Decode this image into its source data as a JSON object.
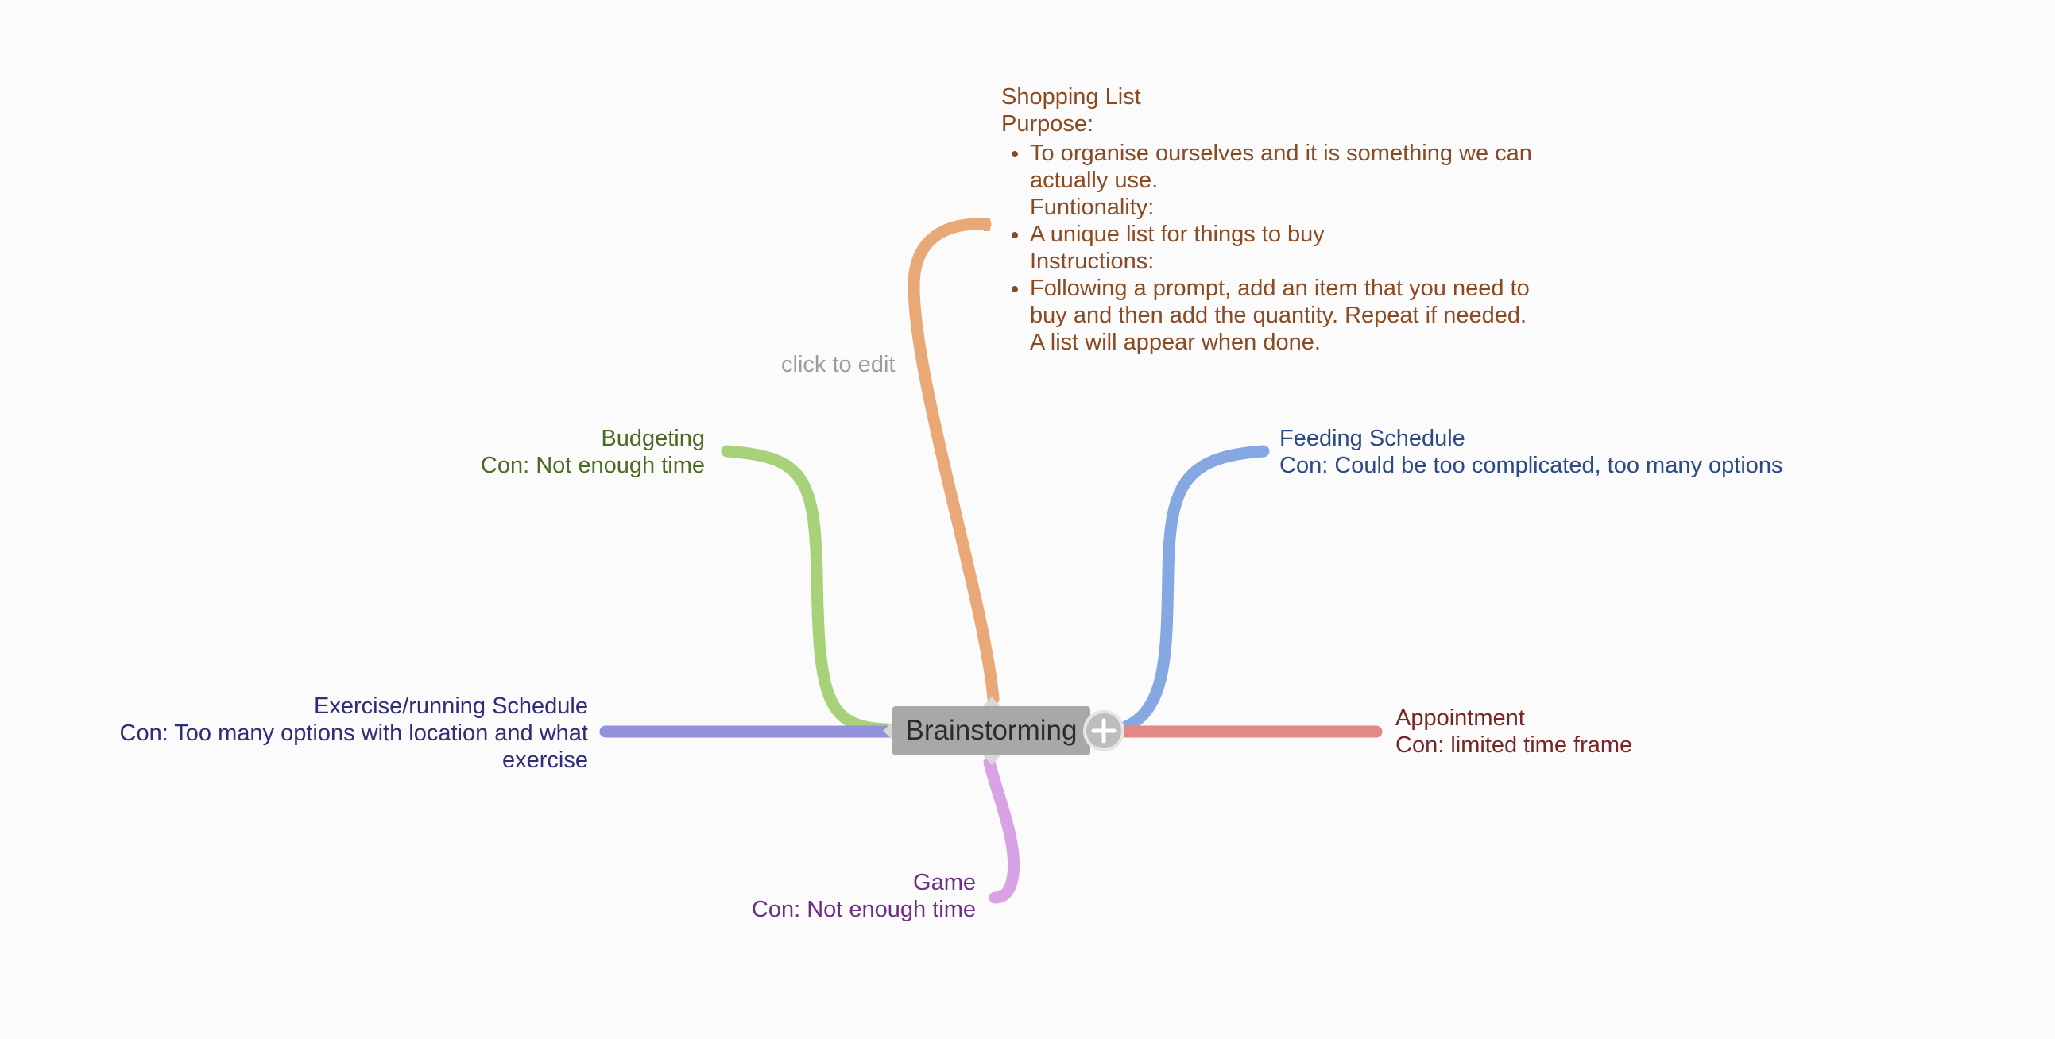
{
  "central": {
    "label": "Brainstorming"
  },
  "hint": "click to edit",
  "colors": {
    "shopping": "#8a4a22",
    "budgeting": "#4c6b22",
    "feeding": "#2b4a86",
    "exercise": "#2e2d78",
    "appointment": "#7a2424",
    "game": "#6e2e86",
    "branch_orange": "#e8a878",
    "branch_green": "#a8d27a",
    "branch_blue": "#86a8e2",
    "branch_purple": "#9390dc",
    "branch_red": "#e28886",
    "branch_pink": "#d8a2e4"
  },
  "nodes": {
    "shopping": {
      "title": "Shopping List",
      "purpose_label": "Purpose:",
      "items": [
        {
          "text": [
            "To organise ourselves and it is something we can",
            "actually use."
          ],
          "after": "Funtionality:"
        },
        {
          "text": [
            "A unique list for things to buy"
          ],
          "after": "Instructions:"
        },
        {
          "text": [
            "Following a prompt, add an item that you need to",
            "buy and then add the quantity. Repeat if needed.",
            "A list will appear when done."
          ],
          "after": ""
        }
      ]
    },
    "budgeting": {
      "title": "Budgeting",
      "detail": "Con: Not enough time"
    },
    "feeding": {
      "title": "Feeding Schedule",
      "detail": "Con: Could be too complicated, too many options"
    },
    "exercise": {
      "title": "Exercise/running Schedule",
      "detail_lines": [
        "Con: Too many options with location and what",
        "exercise"
      ]
    },
    "appointment": {
      "title": "Appointment",
      "detail": "Con: limited time frame"
    },
    "game": {
      "title": "Game",
      "detail": "Con: Not enough time"
    }
  }
}
